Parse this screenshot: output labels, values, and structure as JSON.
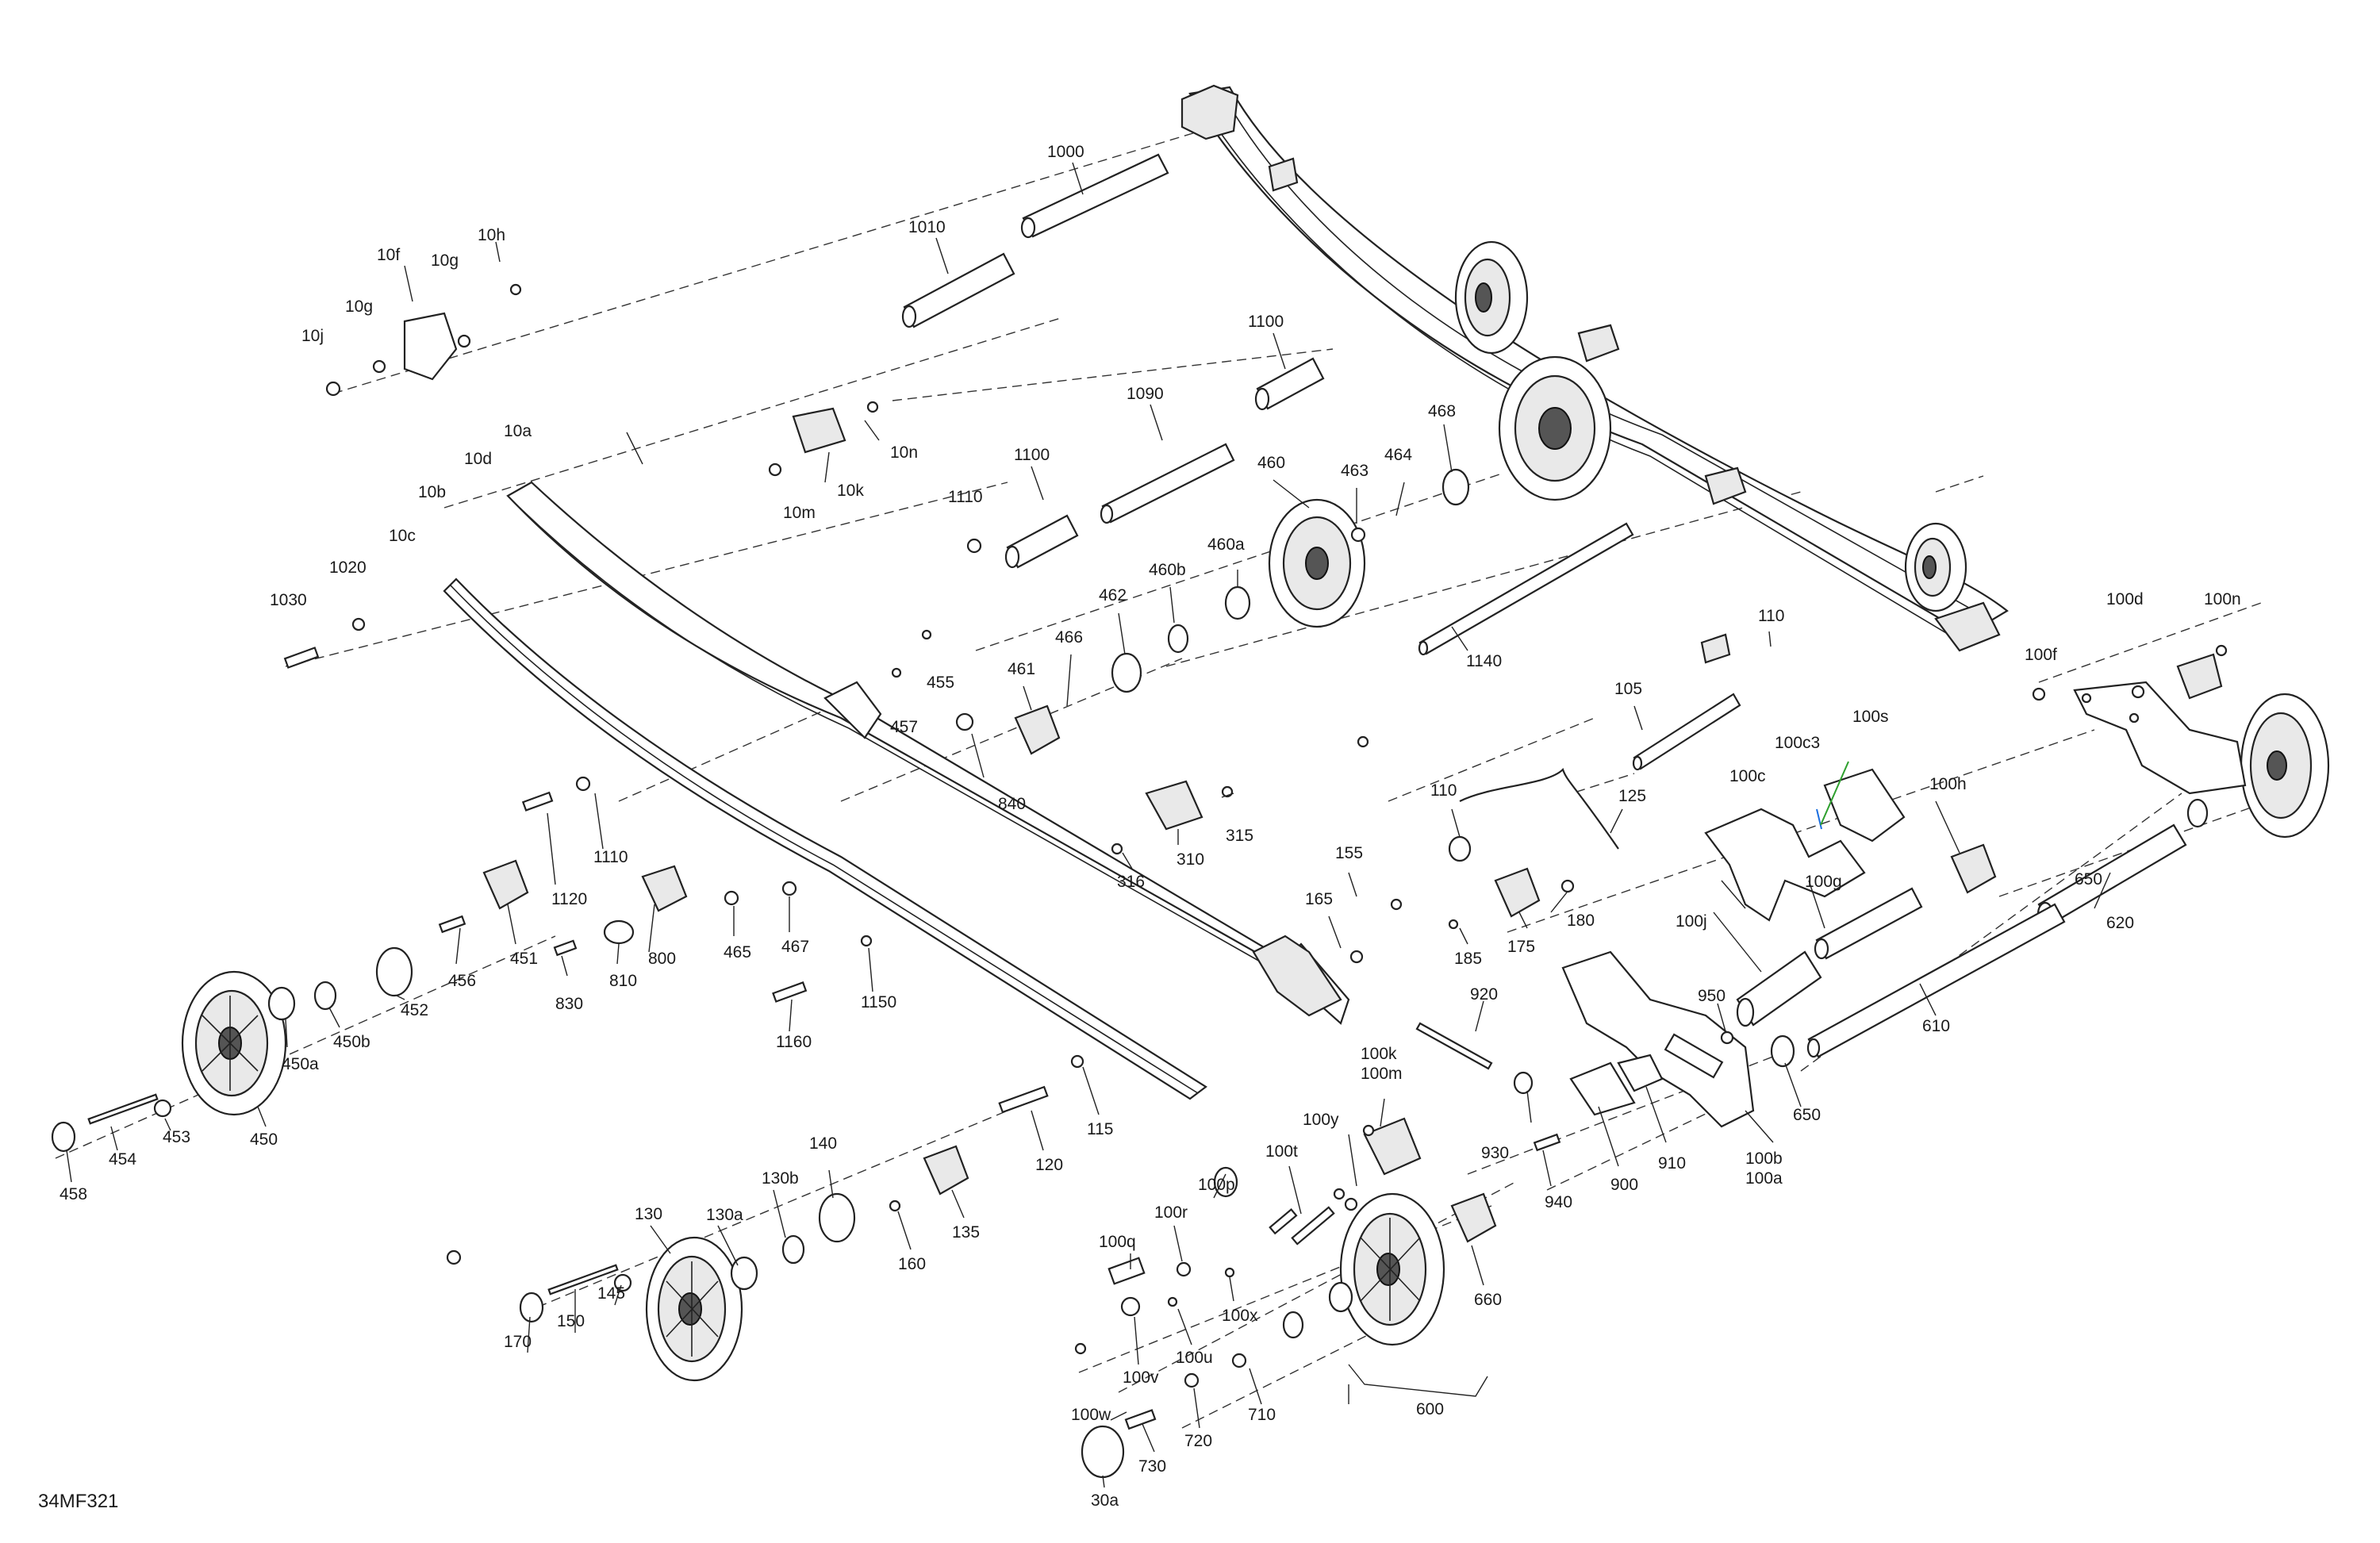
{
  "diagram_code": "34MF321",
  "callouts": [
    {
      "id": "1000",
      "text": "1000"
    },
    {
      "id": "1010",
      "text": "1010"
    },
    {
      "id": "1100a",
      "text": "1100"
    },
    {
      "id": "1100b",
      "text": "1100"
    },
    {
      "id": "1090",
      "text": "1090"
    },
    {
      "id": "10f",
      "text": "10f"
    },
    {
      "id": "10g_top",
      "text": "10g"
    },
    {
      "id": "10h",
      "text": "10h"
    },
    {
      "id": "10g",
      "text": "10g"
    },
    {
      "id": "10j",
      "text": "10j"
    },
    {
      "id": "10a",
      "text": "10a"
    },
    {
      "id": "10d",
      "text": "10d"
    },
    {
      "id": "10b",
      "text": "10b"
    },
    {
      "id": "10c",
      "text": "10c"
    },
    {
      "id": "10n",
      "text": "10n"
    },
    {
      "id": "10k",
      "text": "10k"
    },
    {
      "id": "10m",
      "text": "10m"
    },
    {
      "id": "1110_top",
      "text": "1110"
    },
    {
      "id": "468",
      "text": "468"
    },
    {
      "id": "464",
      "text": "464"
    },
    {
      "id": "463",
      "text": "463"
    },
    {
      "id": "460",
      "text": "460"
    },
    {
      "id": "460a",
      "text": "460a"
    },
    {
      "id": "460b",
      "text": "460b"
    },
    {
      "id": "462",
      "text": "462"
    },
    {
      "id": "466",
      "text": "466"
    },
    {
      "id": "461",
      "text": "461"
    },
    {
      "id": "1030",
      "text": "1030"
    },
    {
      "id": "1020",
      "text": "1020"
    },
    {
      "id": "455",
      "text": "455"
    },
    {
      "id": "457",
      "text": "457"
    },
    {
      "id": "840",
      "text": "840"
    },
    {
      "id": "1140",
      "text": "1140"
    },
    {
      "id": "110_top",
      "text": "110"
    },
    {
      "id": "100d",
      "text": "100d"
    },
    {
      "id": "100n",
      "text": "100n"
    },
    {
      "id": "100f",
      "text": "100f"
    },
    {
      "id": "105",
      "text": "105"
    },
    {
      "id": "100s",
      "text": "100s"
    },
    {
      "id": "100c3",
      "text": "100c3"
    },
    {
      "id": "100c",
      "text": "100c"
    },
    {
      "id": "100h",
      "text": "100h"
    },
    {
      "id": "110",
      "text": "110"
    },
    {
      "id": "125",
      "text": "125"
    },
    {
      "id": "315",
      "text": "315"
    },
    {
      "id": "310",
      "text": "310"
    },
    {
      "id": "316",
      "text": "316"
    },
    {
      "id": "1110",
      "text": "1110"
    },
    {
      "id": "1120",
      "text": "1120"
    },
    {
      "id": "650_top",
      "text": "650"
    },
    {
      "id": "100g",
      "text": "100g"
    },
    {
      "id": "100j",
      "text": "100j"
    },
    {
      "id": "620",
      "text": "620"
    },
    {
      "id": "155",
      "text": "155"
    },
    {
      "id": "180",
      "text": "180"
    },
    {
      "id": "165",
      "text": "165"
    },
    {
      "id": "175",
      "text": "175"
    },
    {
      "id": "185",
      "text": "185"
    },
    {
      "id": "451",
      "text": "451"
    },
    {
      "id": "456",
      "text": "456"
    },
    {
      "id": "800",
      "text": "800"
    },
    {
      "id": "465",
      "text": "465"
    },
    {
      "id": "467",
      "text": "467"
    },
    {
      "id": "452",
      "text": "452"
    },
    {
      "id": "810",
      "text": "810"
    },
    {
      "id": "830",
      "text": "830"
    },
    {
      "id": "1150",
      "text": "1150"
    },
    {
      "id": "1160",
      "text": "1160"
    },
    {
      "id": "450b",
      "text": "450b"
    },
    {
      "id": "450a",
      "text": "450a"
    },
    {
      "id": "450",
      "text": "450"
    },
    {
      "id": "453",
      "text": "453"
    },
    {
      "id": "454",
      "text": "454"
    },
    {
      "id": "458",
      "text": "458"
    },
    {
      "id": "920",
      "text": "920"
    },
    {
      "id": "950",
      "text": "950"
    },
    {
      "id": "610",
      "text": "610"
    },
    {
      "id": "650",
      "text": "650"
    },
    {
      "id": "100k",
      "text": "100k"
    },
    {
      "id": "100m",
      "text": "100m"
    },
    {
      "id": "100y",
      "text": "100y"
    },
    {
      "id": "100t",
      "text": "100t"
    },
    {
      "id": "930",
      "text": "930"
    },
    {
      "id": "910",
      "text": "910"
    },
    {
      "id": "900",
      "text": "900"
    },
    {
      "id": "940",
      "text": "940"
    },
    {
      "id": "100b",
      "text": "100b"
    },
    {
      "id": "100a",
      "text": "100a"
    },
    {
      "id": "120",
      "text": "120"
    },
    {
      "id": "115",
      "text": "115"
    },
    {
      "id": "140",
      "text": "140"
    },
    {
      "id": "130b",
      "text": "130b"
    },
    {
      "id": "130a",
      "text": "130a"
    },
    {
      "id": "130",
      "text": "130"
    },
    {
      "id": "135",
      "text": "135"
    },
    {
      "id": "160",
      "text": "160"
    },
    {
      "id": "145",
      "text": "145"
    },
    {
      "id": "150",
      "text": "150"
    },
    {
      "id": "170",
      "text": "170"
    },
    {
      "id": "100p",
      "text": "100p"
    },
    {
      "id": "100r",
      "text": "100r"
    },
    {
      "id": "100q",
      "text": "100q"
    },
    {
      "id": "100x",
      "text": "100x"
    },
    {
      "id": "100u",
      "text": "100u"
    },
    {
      "id": "100v",
      "text": "100v"
    },
    {
      "id": "660",
      "text": "660"
    },
    {
      "id": "600",
      "text": "600"
    },
    {
      "id": "710",
      "text": "710"
    },
    {
      "id": "720",
      "text": "720"
    },
    {
      "id": "730",
      "text": "730"
    },
    {
      "id": "100w",
      "text": "100w"
    },
    {
      "id": "30a",
      "text": "30a"
    }
  ]
}
